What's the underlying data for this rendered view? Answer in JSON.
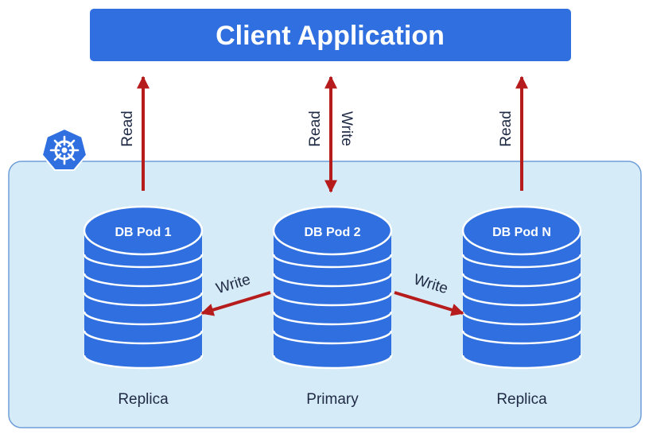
{
  "client": {
    "label": "Client Application"
  },
  "colors": {
    "client_fill": "#2f6fe0",
    "cluster_fill": "#d6ebf8",
    "cluster_stroke": "#6f9ed8",
    "db_fill": "#2f6fe0",
    "db_stroke": "#ffffff",
    "arrow": "#b71c1c",
    "text_dark": "#1f2a44"
  },
  "icons": {
    "cluster": "kubernetes-helm-icon"
  },
  "arrows": {
    "pod1_read": "Read",
    "pod2_read": "Read",
    "pod2_write": "Write",
    "podn_read": "Read",
    "to_pod1_write": "Write",
    "to_podn_write": "Write"
  },
  "pods": [
    {
      "name": "DB Pod 1",
      "role": "Replica"
    },
    {
      "name": "DB Pod 2",
      "role": "Primary"
    },
    {
      "name": "DB Pod N",
      "role": "Replica"
    }
  ]
}
